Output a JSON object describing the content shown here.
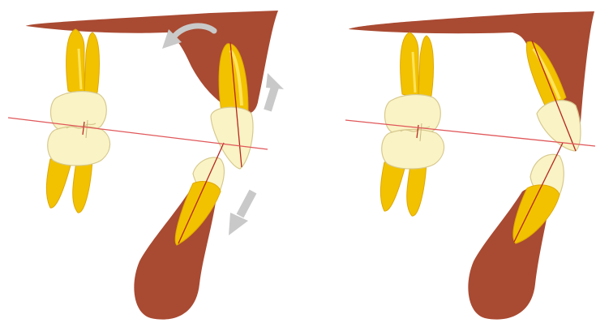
{
  "colors": {
    "bone": "#A94A32",
    "tooth_root": "#F2C200",
    "tooth_root_light": "#FFD31A",
    "crown": "#FAF3C5",
    "crown_stroke": "#D7C98E",
    "reference_line": "#E0575A",
    "long_axis": "#B5261E",
    "arrow": "#C9C9C9"
  },
  "panels": [
    {
      "id": "before",
      "arrows": [
        "curved-arrow-left",
        "arrow-up",
        "arrow-down-left"
      ]
    },
    {
      "id": "after",
      "arrows": []
    }
  ]
}
